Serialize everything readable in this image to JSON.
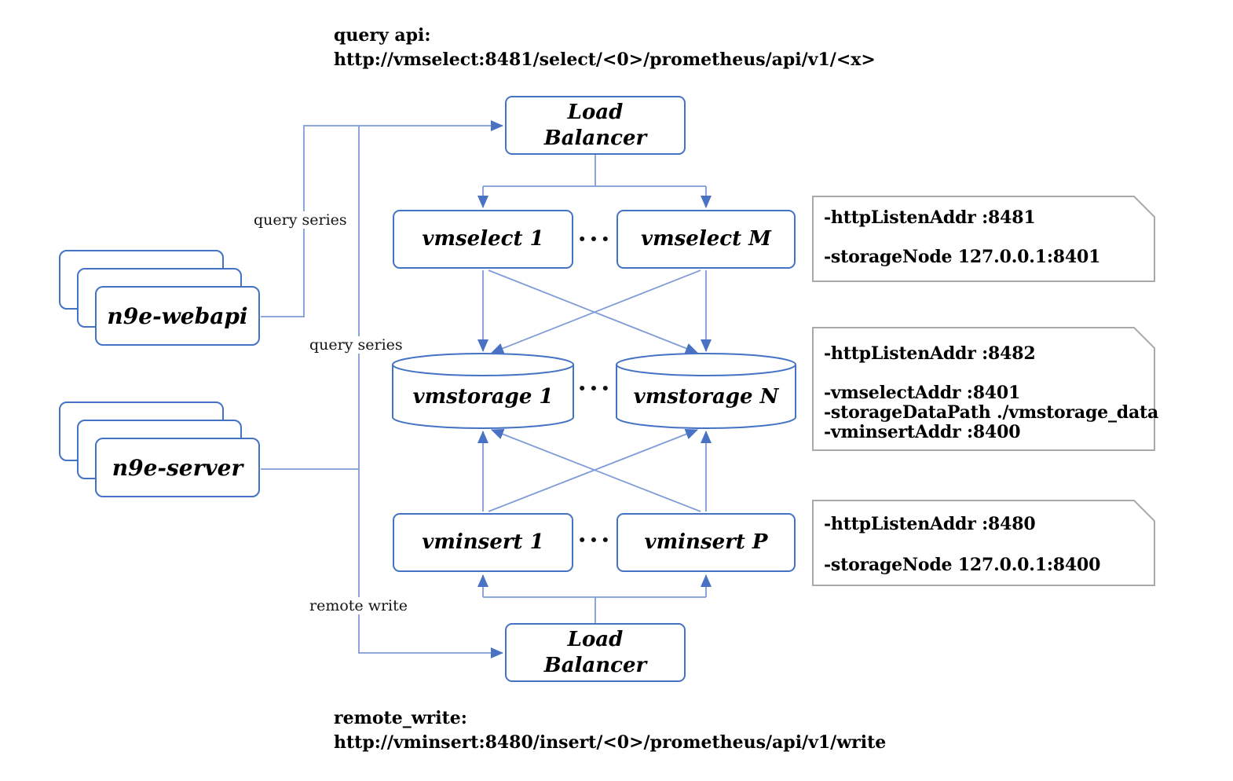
{
  "annotations": {
    "query_api": {
      "line1": "query api:",
      "line2": "http://vmselect:8481/select/<0>/prometheus/api/v1/<x>"
    },
    "remote_write": {
      "line1": "remote_write:",
      "line2": "http://vminsert:8480/insert/<0>/prometheus/api/v1/write"
    }
  },
  "clients": {
    "webapi": {
      "label": "n9e-webapi"
    },
    "server": {
      "label": "n9e-server"
    }
  },
  "load_balancers": {
    "top": {
      "line1": "Load",
      "line2": "Balancer"
    },
    "bottom": {
      "line1": "Load",
      "line2": "Balancer"
    }
  },
  "tiers": {
    "vmselect": {
      "first": "vmselect 1",
      "last": "vmselect M",
      "ellipsis": "•••"
    },
    "vmstorage": {
      "first": "vmstorage 1",
      "last": "vmstorage N",
      "ellipsis": "•••"
    },
    "vminsert": {
      "first": "vminsert 1",
      "last": "vminsert P",
      "ellipsis": "•••"
    }
  },
  "edge_labels": {
    "webapi_query": "query series",
    "server_query": "query series",
    "server_write": "remote write"
  },
  "config_notes": {
    "vmselect": {
      "lines": [
        "-httpListenAddr :8481",
        "",
        "-storageNode 127.0.0.1:8401"
      ]
    },
    "vmstorage": {
      "lines": [
        "-httpListenAddr :8482",
        "",
        "-vmselectAddr :8401",
        "-storageDataPath ./vmstorage_data",
        "-vminsertAddr :8400"
      ]
    },
    "vminsert": {
      "lines": [
        "-httpListenAddr :8480",
        "",
        "-storageNode 127.0.0.1:8400"
      ]
    }
  },
  "colors": {
    "node_border": "#4472c4",
    "connector": "#7f9cd7",
    "arrowhead": "#4a72c4",
    "note_border": "#a9a9a9",
    "text": "#000000"
  }
}
